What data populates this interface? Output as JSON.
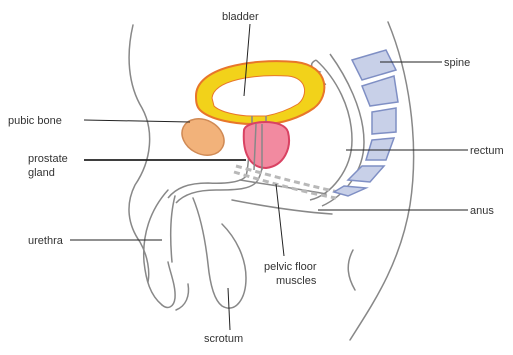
{
  "labels": {
    "bladder": "bladder",
    "pubic_bone": "pubic bone",
    "prostate_line1": "prostate",
    "prostate_line2": "gland",
    "urethra": "urethra",
    "spine": "spine",
    "rectum": "rectum",
    "anus": "anus",
    "pelvic_floor_line1": "pelvic floor",
    "pelvic_floor_line2": "muscles",
    "scrotum": "scrotum"
  },
  "colors": {
    "outline": "#888888",
    "bladder_fill": "#f2d21a",
    "bladder_stroke": "#e8762a",
    "bone_fill": "#f2b27a",
    "bone_stroke": "#d08a55",
    "prostate_fill": "#f28aa0",
    "prostate_stroke": "#d94262",
    "vertebra_fill": "#c8d0e8",
    "vertebra_stroke": "#7f8fc4",
    "leader_line": "#222222"
  }
}
